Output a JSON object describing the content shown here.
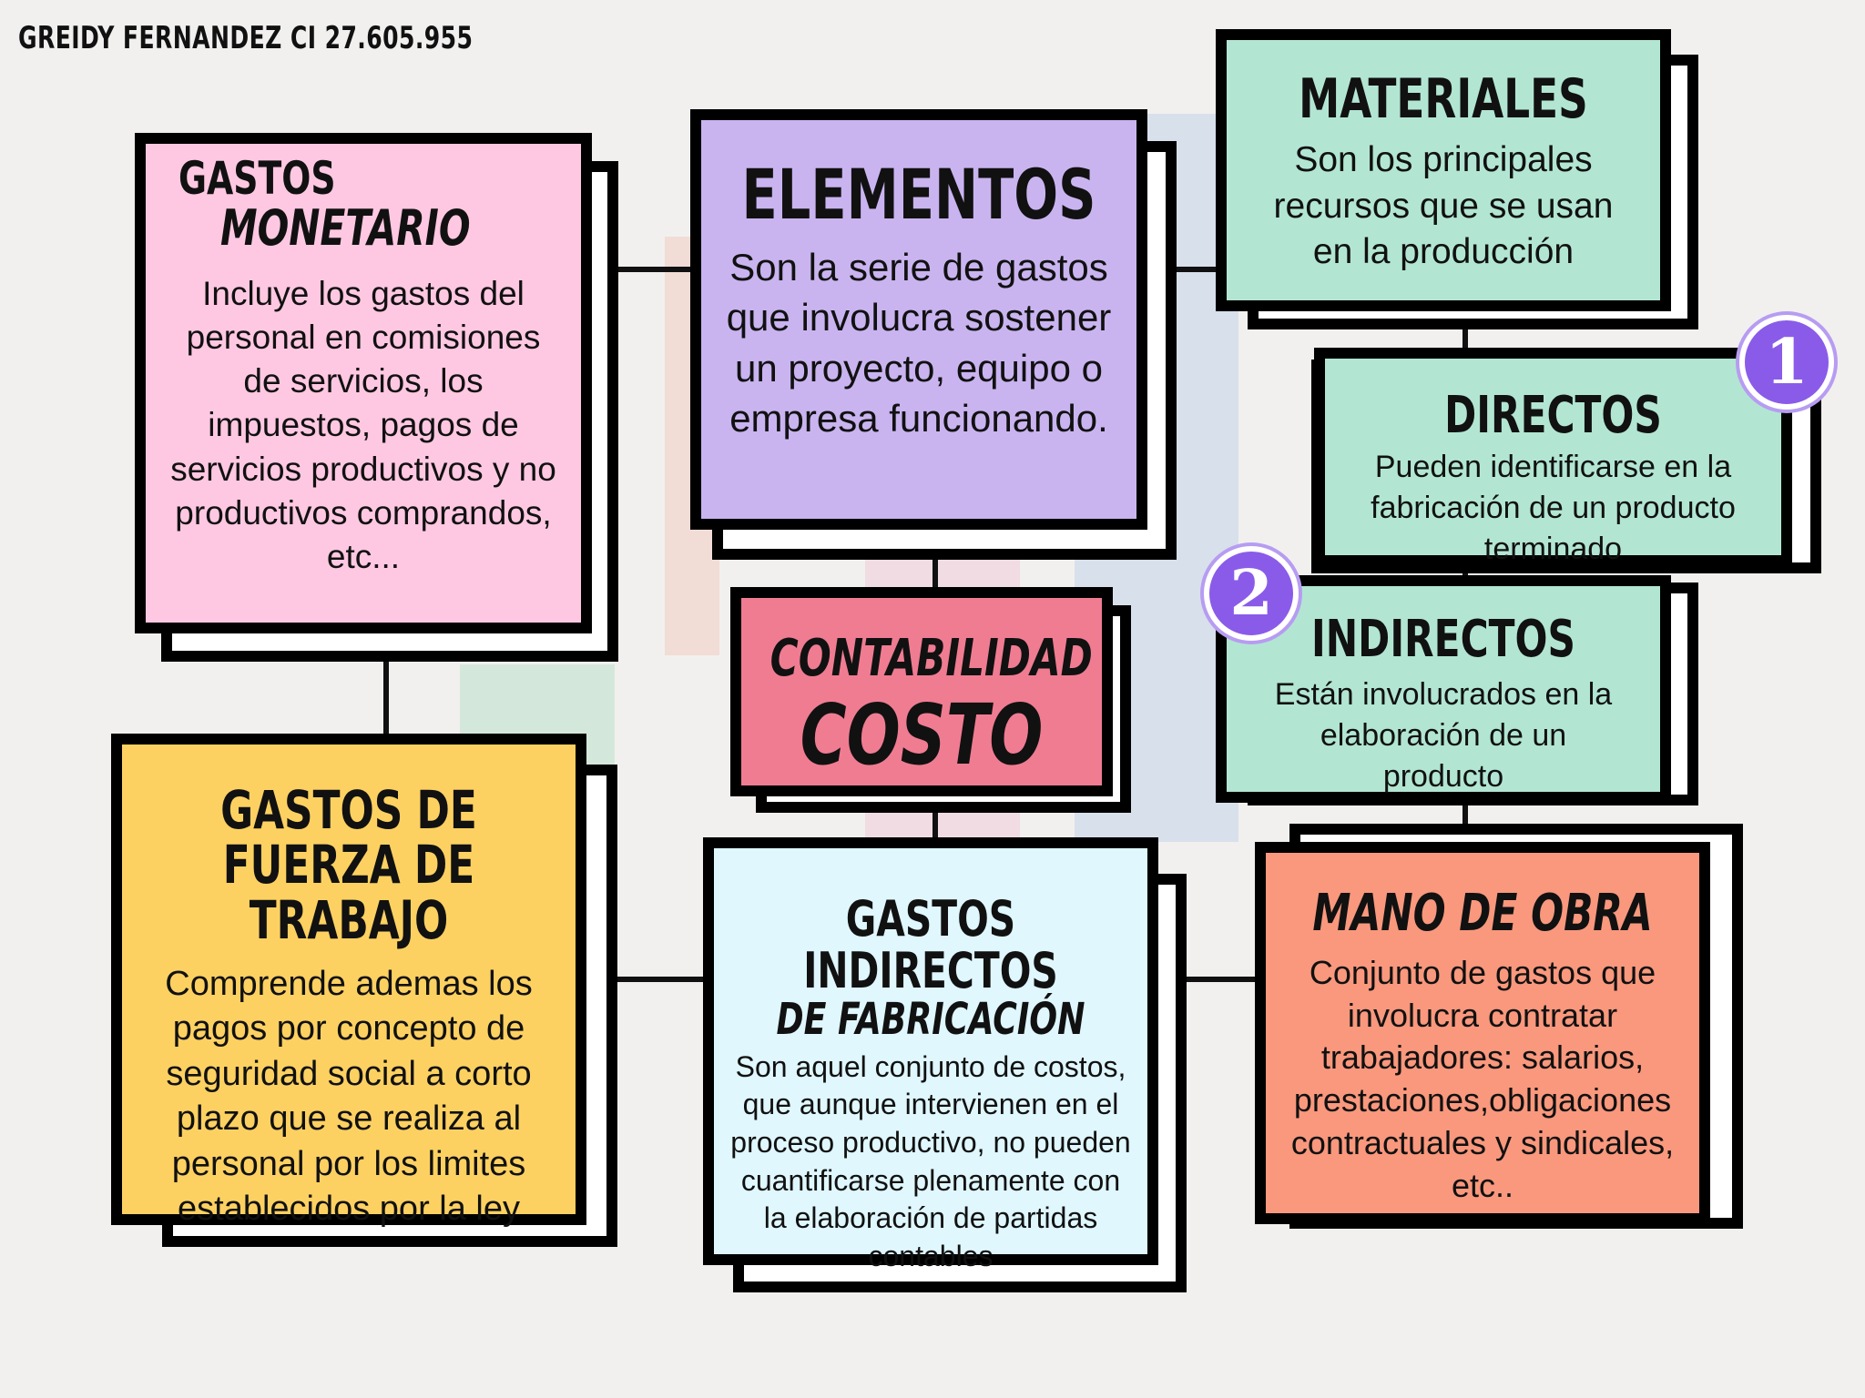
{
  "author": "GREIDY FERNANDEZ CI 27.605.955",
  "colors": {
    "pink": "#ffc8e2",
    "purple": "#c9b4f0",
    "mint": "#b2e6d3",
    "yellow": "#fdd161",
    "rose": "#f07c92",
    "lightblue": "#dff7fd",
    "salmon": "#f9987d",
    "badge": "#8a5be8"
  },
  "nodes": {
    "monetario": {
      "title_line1": "GASTOS",
      "title_line2": "MONETARIO",
      "desc": "Incluye los gastos del personal en comisiones de servicios, los impuestos, pagos de servicios productivos y no productivos comprandos, etc..."
    },
    "elementos": {
      "title": "ELEMENTOS",
      "desc": "Son la serie de gastos que involucra sostener un proyecto, equipo o empresa funcionando."
    },
    "materiales": {
      "title": "MATERIALES",
      "desc": "Son los principales recursos que se usan en la producción"
    },
    "directos": {
      "badge": "1",
      "title": "DIRECTOS",
      "desc": "Pueden identificarse en la fabricación de un producto terminado"
    },
    "indirectos": {
      "badge": "2",
      "title": "INDIRECTOS",
      "desc": "Están involucrados en la elaboración de un producto"
    },
    "contabilidad": {
      "title_line1": "CONTABILIDAD",
      "title_line2": "COSTO"
    },
    "fuerza_trabajo": {
      "title": "GASTOS DE FUERZA DE TRABAJO",
      "desc": "Comprende ademas los pagos por concepto de seguridad social a corto plazo que se realiza al personal por los limites establecidos por la ley"
    },
    "gastos_indirectos": {
      "title_line1": "GASTOS INDIRECTOS",
      "title_line2": "DE FABRICACIÓN",
      "desc": "Son aquel conjunto de costos, que aunque intervienen en el proceso productivo, no pueden cuantificarse plenamente con la elaboración de partidas contables"
    },
    "mano_obra": {
      "title": "MANO DE OBRA",
      "desc": "Conjunto de gastos que involucra contratar trabajadores: salarios, prestaciones,obligaciones contractuales y sindicales, etc.."
    }
  }
}
